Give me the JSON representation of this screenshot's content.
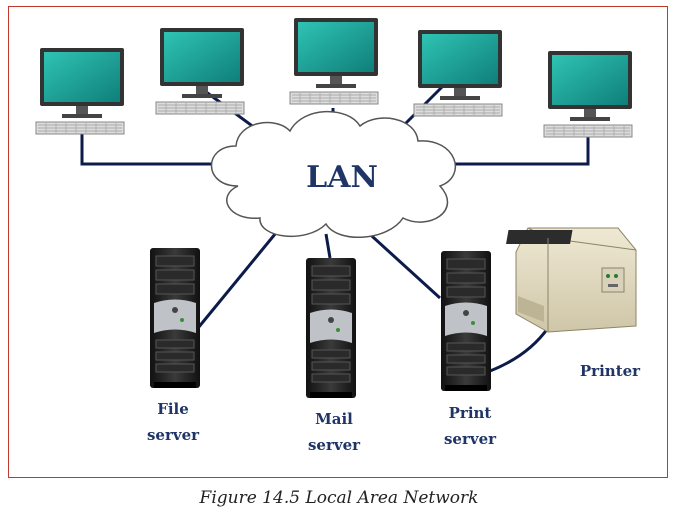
{
  "network_label": "LAN",
  "nodes": {
    "file_server": {
      "line1": "File",
      "line2": "server"
    },
    "mail_server": {
      "line1": "Mail",
      "line2": "server"
    },
    "print_server": {
      "line1": "Print",
      "line2": "server"
    },
    "printer": {
      "label": "Printer"
    }
  },
  "caption": "Figure 14.5  Local Area Network",
  "colors": {
    "border": "#c0392b",
    "label": "#1f3566",
    "screen": "#1aa39a",
    "cable": "#0d1b4a"
  }
}
